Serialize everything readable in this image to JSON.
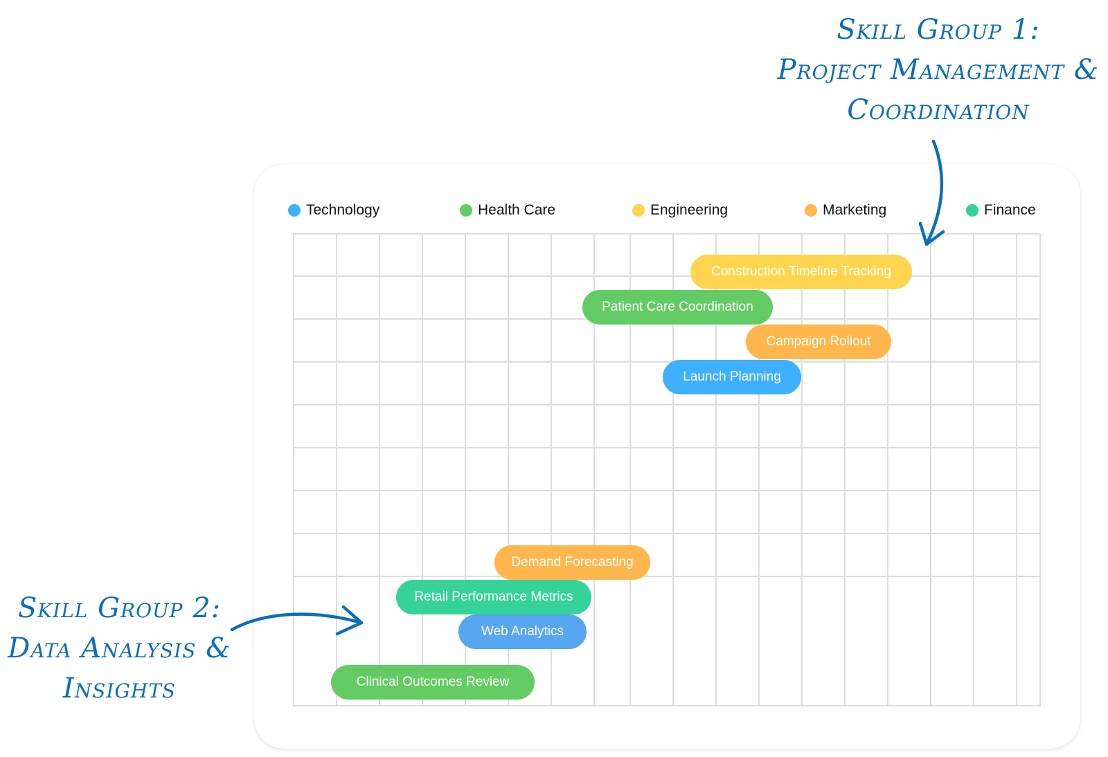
{
  "legend": [
    {
      "label": "Technology",
      "color": "#3fafff"
    },
    {
      "label": "Health Care",
      "color": "#62cb64"
    },
    {
      "label": "Engineering",
      "color": "#ffd54f"
    },
    {
      "label": "Marketing",
      "color": "#ffb74d"
    },
    {
      "label": "Finance",
      "color": "#36d399"
    }
  ],
  "annotations": {
    "group1": {
      "line1": "Skill Group 1:",
      "line2": "Project Management &",
      "line3": "Coordination"
    },
    "group2": {
      "line1": "Skill Group 2:",
      "line2": "Data Analysis &",
      "line3": "Insights"
    },
    "color": "#0a6ebd"
  },
  "skills": [
    {
      "label": "Construction Timeline Tracking",
      "category": "Engineering",
      "color": "#ffd54f",
      "group": 1
    },
    {
      "label": "Patient Care Coordination",
      "category": "Health Care",
      "color": "#62cb64",
      "group": 1
    },
    {
      "label": "Campaign Rollout",
      "category": "Marketing",
      "color": "#ffb74d",
      "group": 1
    },
    {
      "label": "Launch Planning",
      "category": "Technology",
      "color": "#3fafff",
      "group": 1
    },
    {
      "label": "Demand Forecasting",
      "category": "Marketing",
      "color": "#ffb74d",
      "group": 2
    },
    {
      "label": "Retail Performance Metrics",
      "category": "Finance",
      "color": "#36d399",
      "group": 2
    },
    {
      "label": "Web Analytics",
      "category": "Technology",
      "color": "#56a6f0",
      "group": 2
    },
    {
      "label": "Clinical Outcomes Review",
      "category": "Health Care",
      "color": "#62cb64",
      "group": 2
    }
  ],
  "grid_color": "#dddddd"
}
